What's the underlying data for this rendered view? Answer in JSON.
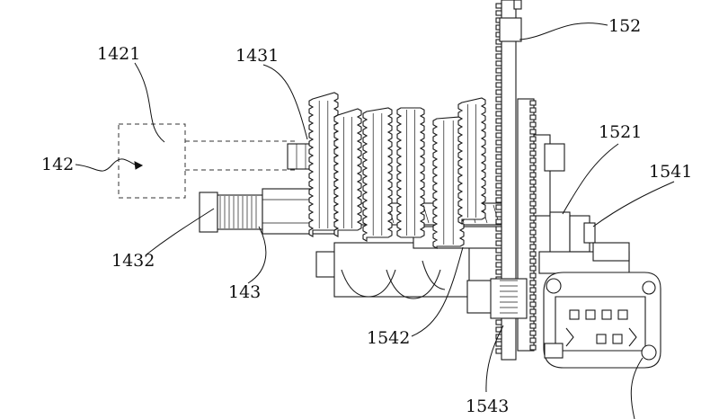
{
  "labels": {
    "l142": "142",
    "l1421": "1421",
    "l1431": "1431",
    "l1432": "1432",
    "l143": "143",
    "l152": "152",
    "l1521": "1521",
    "l1541": "1541",
    "l1542": "1542",
    "l1543": "1543"
  }
}
